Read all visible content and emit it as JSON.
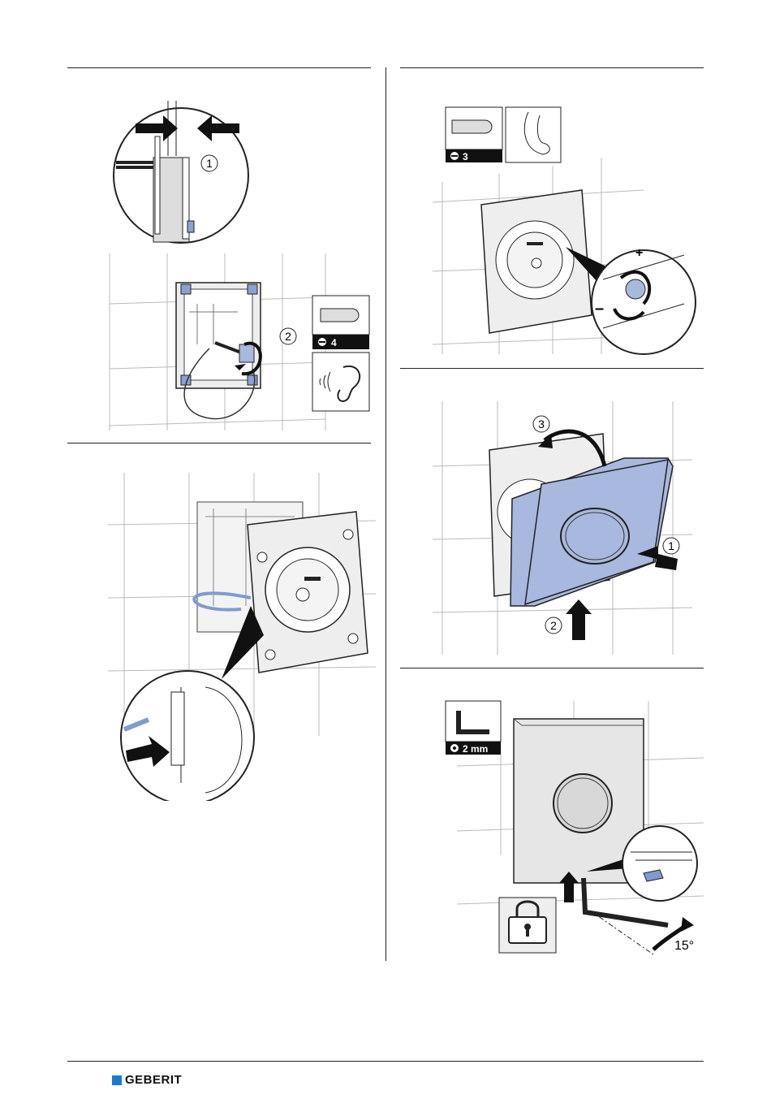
{
  "steps": {
    "step1": {
      "callout_1": "1",
      "callout_2": "2",
      "tool_label": "4"
    },
    "step2": {},
    "step3": {
      "tool_label": "3",
      "plus": "+",
      "minus": "–"
    },
    "step4": {
      "callout_1": "1",
      "callout_2": "2",
      "callout_3": "3"
    },
    "step5": {
      "tool_label": "2 mm",
      "angle_label": "15°"
    }
  },
  "footer": {
    "brand": "GEBERIT",
    "brand_color": "#1a7bd3"
  },
  "colors": {
    "accent_blue": "#a9b8de",
    "cable_blue": "#7f9bd0"
  }
}
